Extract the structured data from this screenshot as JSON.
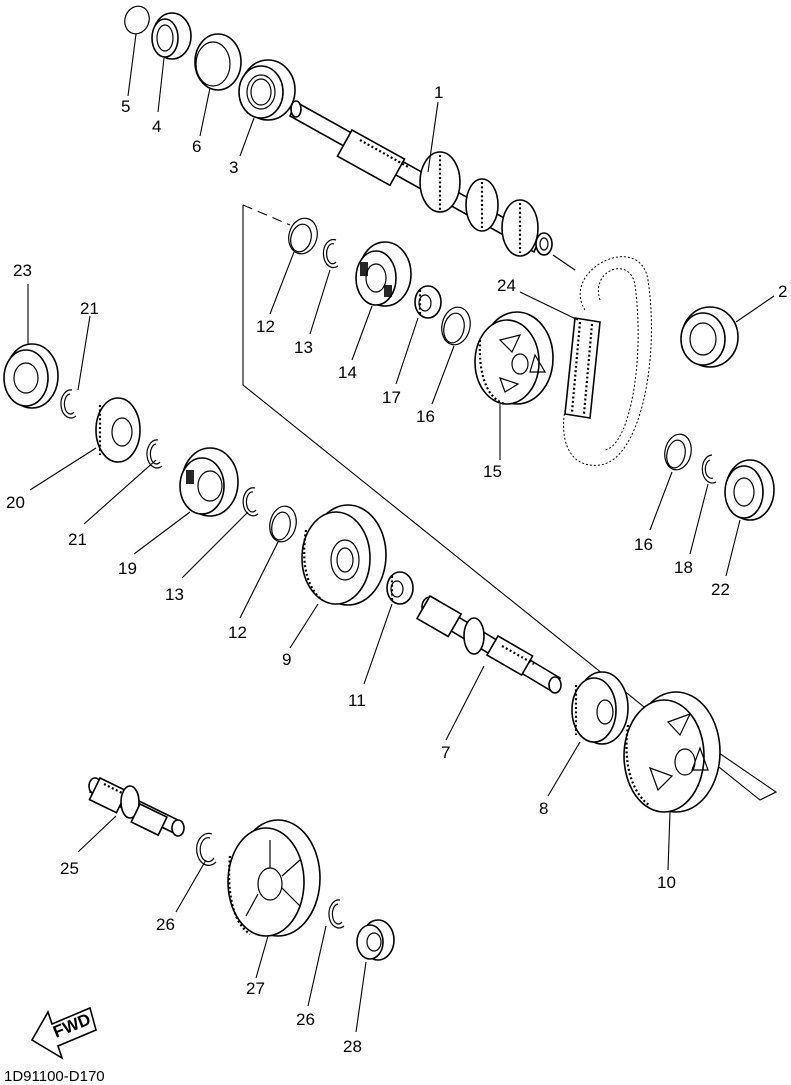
{
  "diagram": {
    "code": "1D91100-D170",
    "fwd_label": "FWD",
    "callouts": {
      "p1": "1",
      "p2": "2",
      "p3": "3",
      "p4": "4",
      "p5": "5",
      "p6": "6",
      "p7": "7",
      "p8": "8",
      "p9": "9",
      "p10": "10",
      "p11": "11",
      "p12a": "12",
      "p12b": "12",
      "p13a": "13",
      "p13b": "13",
      "p14": "14",
      "p15": "15",
      "p16a": "16",
      "p16b": "16",
      "p17": "17",
      "p18": "18",
      "p19": "19",
      "p20": "20",
      "p21a": "21",
      "p21b": "21",
      "p22": "22",
      "p23": "23",
      "p24": "24",
      "p25": "25",
      "p26a": "26",
      "p26b": "26",
      "p27": "27",
      "p28": "28"
    }
  }
}
